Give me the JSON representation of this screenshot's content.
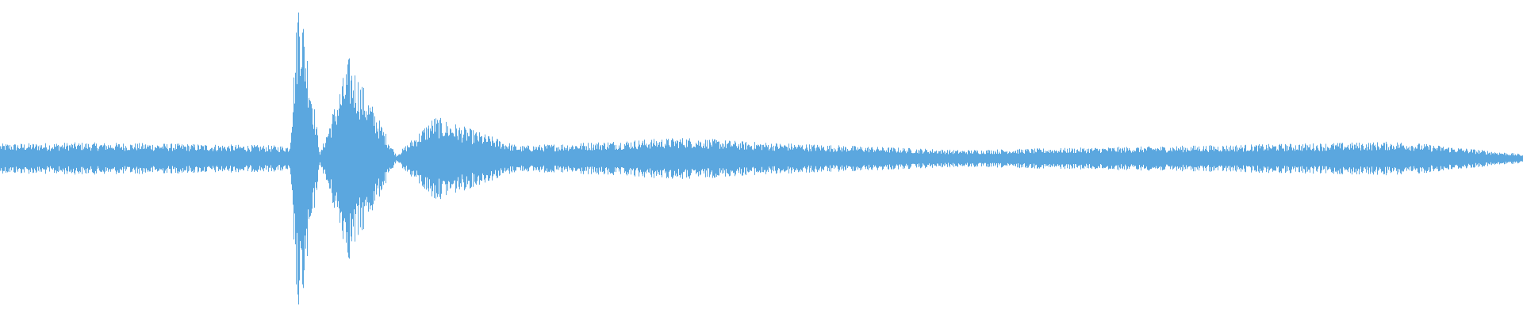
{
  "waveform": {
    "color": "#5ba7df",
    "background": "#ffffff",
    "peaks": [
      {
        "t": 0.0,
        "amp": 0.035
      },
      {
        "t": 0.05,
        "amp": 0.038
      },
      {
        "t": 0.1,
        "amp": 0.036
      },
      {
        "t": 0.15,
        "amp": 0.033
      },
      {
        "t": 0.19,
        "amp": 0.03
      },
      {
        "t": 0.196,
        "amp": 0.42
      },
      {
        "t": 0.21,
        "amp": 0.012
      },
      {
        "t": 0.229,
        "amp": 0.24
      },
      {
        "t": 0.26,
        "amp": 0.008
      },
      {
        "t": 0.285,
        "amp": 0.1
      },
      {
        "t": 0.34,
        "amp": 0.03
      },
      {
        "t": 0.45,
        "amp": 0.05
      },
      {
        "t": 0.49,
        "amp": 0.04
      },
      {
        "t": 0.56,
        "amp": 0.03
      },
      {
        "t": 0.63,
        "amp": 0.02
      },
      {
        "t": 0.92,
        "amp": 0.04
      },
      {
        "t": 1.0,
        "amp": 0.01
      }
    ]
  }
}
